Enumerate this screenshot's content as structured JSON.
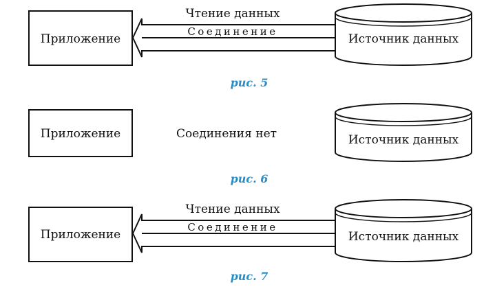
{
  "figures": [
    {
      "app_label": "Приложение",
      "source_label": "Источник данных",
      "read_label": "Чтение данных",
      "connect_label": "Соединение",
      "caption": "рис. 5"
    },
    {
      "app_label": "Приложение",
      "source_label": "Источник данных",
      "status_label": "Соединения нет",
      "caption": "рис. 6"
    },
    {
      "app_label": "Приложение",
      "source_label": "Источник данных",
      "read_label": "Чтение данных",
      "connect_label": "Соединение",
      "caption": "рис. 7"
    }
  ]
}
